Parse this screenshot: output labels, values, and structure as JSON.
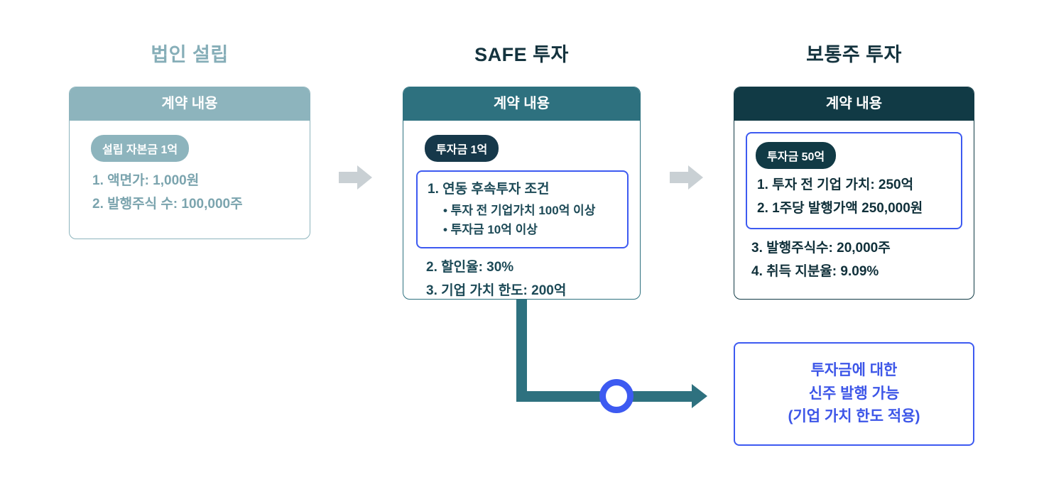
{
  "titles": {
    "col1": "법인 설립",
    "col2": "SAFE 투자",
    "col3": "보통주 투자"
  },
  "cards": {
    "incorporation": {
      "header": "계약 내용",
      "badge": "설립 자본금 1억",
      "items": [
        "1. 액면가: 1,000원",
        "2. 발행주식 수: 100,000주"
      ]
    },
    "safe": {
      "header": "계약 내용",
      "badge": "투자금 1억",
      "box_item": "1. 연동 후속투자 조건",
      "box_subitems": [
        "• 투자 전 기업가치 100억 이상",
        "• 투자금 10억 이상"
      ],
      "items": [
        "2. 할인율: 30%",
        "3. 기업 가치 한도: 200억"
      ]
    },
    "common_stock": {
      "header": "계약 내용",
      "badge": "투자금 50억",
      "box_items": [
        "1. 투자 전 기업 가치: 250억",
        "2. 1주당 발행가액 250,000원"
      ],
      "items": [
        "3. 발행주식수: 20,000주",
        "4. 취득 지분율: 9.09%"
      ]
    }
  },
  "note": {
    "line1": "투자금에 대한",
    "line2": "신주 발행 가능",
    "line3": "(기업 가치 한도 적용)"
  },
  "colors": {
    "light_teal": "#8db4bd",
    "medium_teal": "#2e717f",
    "dark_teal": "#113a45",
    "badge_navy": "#16384a",
    "accent_blue": "#3d5af1",
    "arrow_gray": "#c9d0d4",
    "title_light": "#86aeb8",
    "title_dark": "#14333e"
  }
}
